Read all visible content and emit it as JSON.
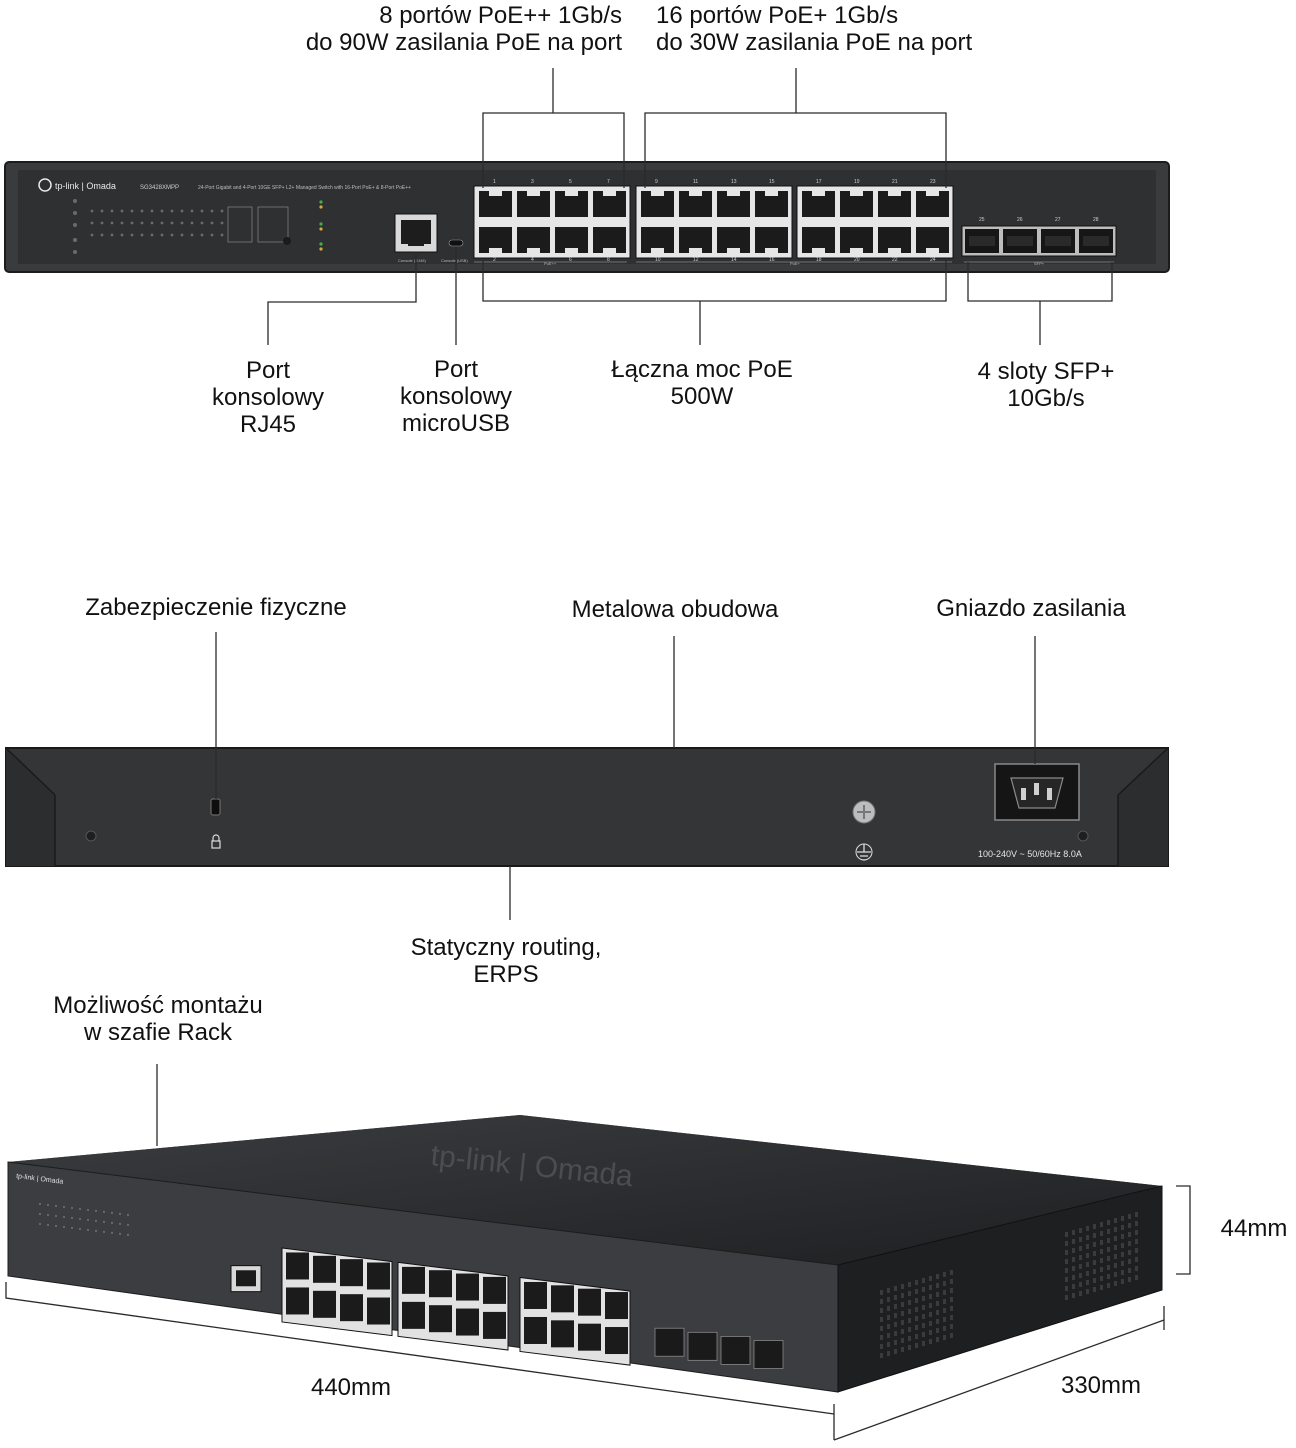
{
  "front": {
    "callouts": {
      "poe_plus_plus": [
        "8 portów PoE++ 1Gb/s",
        "do 90W zasilania PoE na port"
      ],
      "poe_plus": [
        "16 portów PoE+ 1Gb/s",
        "do 30W zasilania PoE na port"
      ],
      "console_rj45": [
        "Port",
        "konsolowy",
        "RJ45"
      ],
      "console_usb": [
        "Port",
        "konsolowy",
        "microUSB"
      ],
      "poe_total": [
        "Łączna moc PoE",
        "500W"
      ],
      "sfp_slots": [
        "4 sloty SFP+",
        "10Gb/s"
      ]
    },
    "panel": {
      "brand": "tp-link | Omada",
      "model": "SG3428XMPP",
      "description": "24-Port Gigabit and 4-Port 10GE SFP+ L2+ Managed Switch with 16-Port PoE+ & 8-Port PoE++",
      "console_rj45_label": "Console (RJ45)",
      "console_usb_label": "Console (USB)",
      "poe_plus_group_label": "PoE++",
      "poe_group_label": "PoE+",
      "sfp_group_label": "SFP+",
      "port_numbers_top": [
        "1",
        "3",
        "5",
        "7",
        "9",
        "11",
        "13",
        "15",
        "17",
        "19",
        "21",
        "23"
      ],
      "port_numbers_bottom": [
        "2",
        "4",
        "6",
        "8",
        "10",
        "12",
        "14",
        "16",
        "18",
        "20",
        "22",
        "24"
      ],
      "sfp_numbers": [
        "25",
        "26",
        "27",
        "28"
      ]
    }
  },
  "rear": {
    "callouts": {
      "security": "Zabezpieczenie fizyczne",
      "metal": "Metalowa obudowa",
      "power": "Gniazdo zasilania",
      "routing": [
        "Statyczny routing,",
        "ERPS"
      ]
    },
    "power_rating": "100-240V ~ 50/60Hz 8.0A"
  },
  "iso": {
    "callouts": {
      "rack": [
        "Możliwość montażu",
        "w szafie Rack"
      ]
    },
    "dimensions": {
      "height": "44mm",
      "width": "440mm",
      "depth": "330mm"
    },
    "top_brand": "tp-link | Omada"
  }
}
